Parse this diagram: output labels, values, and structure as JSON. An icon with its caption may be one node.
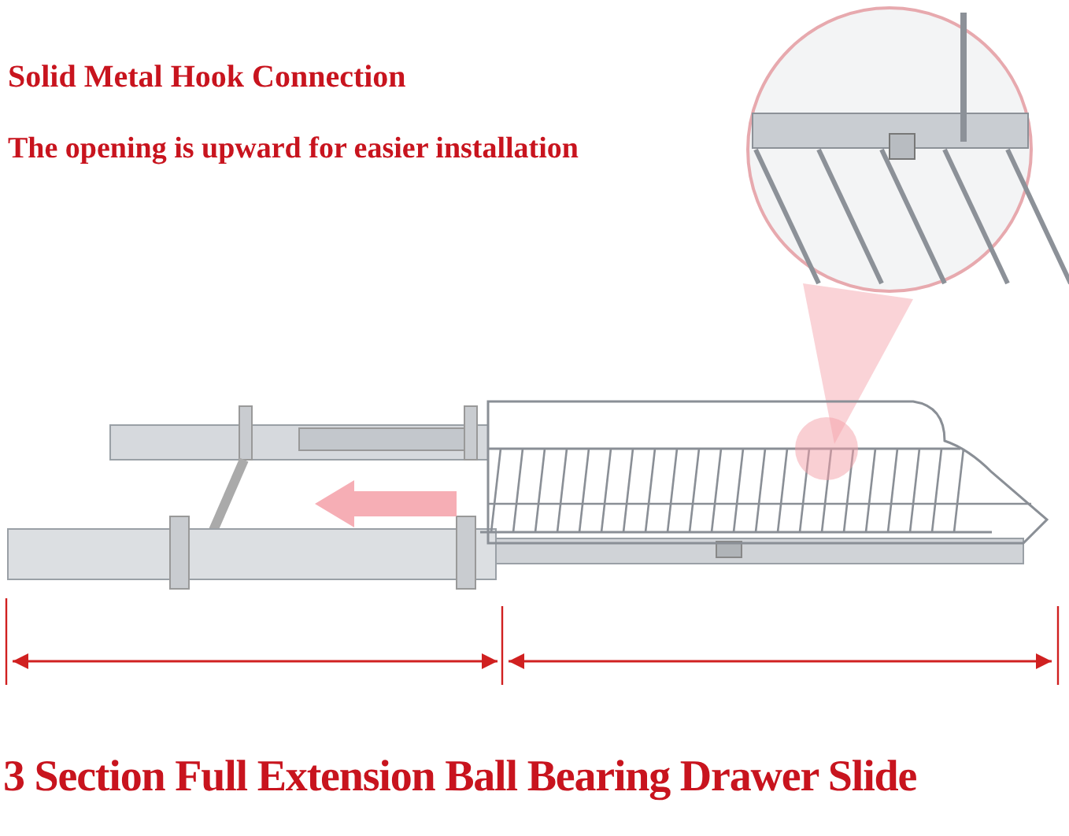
{
  "diagram": {
    "caption": "3 Section Full Extension Ball Bearing Drawer Slide",
    "labels": [
      "Solid Metal Hook Connection",
      "The opening is upward for easier installation"
    ]
  }
}
